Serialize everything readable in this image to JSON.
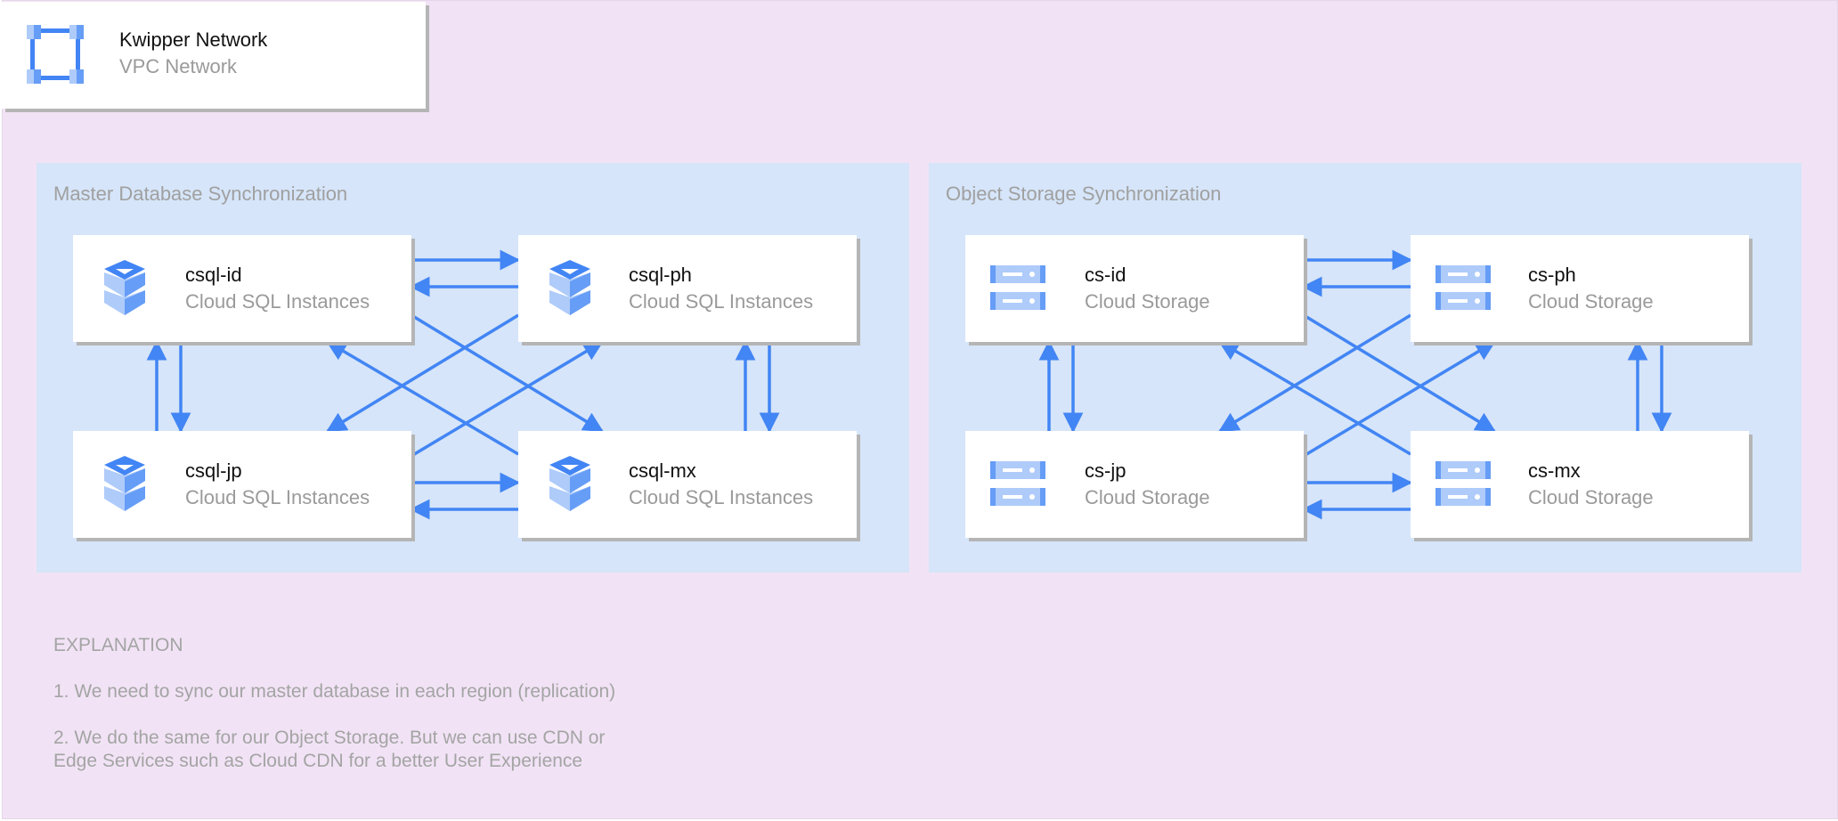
{
  "network": {
    "title": "Kwipper Network",
    "subtitle": "VPC Network",
    "icon": "vpc-network-icon"
  },
  "groups": [
    {
      "label": "Master Database Synchronization",
      "icon": "cloud-sql-icon",
      "nodes": [
        {
          "title": "csql-id",
          "subtitle": "Cloud SQL Instances"
        },
        {
          "title": "csql-ph",
          "subtitle": "Cloud SQL Instances"
        },
        {
          "title": "csql-jp",
          "subtitle": "Cloud SQL Instances"
        },
        {
          "title": "csql-mx",
          "subtitle": "Cloud SQL Instances"
        }
      ]
    },
    {
      "label": "Object Storage Synchronization",
      "icon": "cloud-storage-icon",
      "nodes": [
        {
          "title": "cs-id",
          "subtitle": "Cloud Storage"
        },
        {
          "title": "cs-ph",
          "subtitle": "Cloud Storage"
        },
        {
          "title": "cs-jp",
          "subtitle": "Cloud Storage"
        },
        {
          "title": "cs-mx",
          "subtitle": "Cloud Storage"
        }
      ]
    }
  ],
  "explanation": {
    "heading": "EXPLANATION",
    "item1": "1. We need to sync our master database in each region (replication)",
    "item2_line1": "2. We do the same for our Object Storage. But we can use CDN or",
    "item2_line2": "Edge Services such as Cloud CDN for a better User Experience"
  },
  "colors": {
    "background": "#f1e3f5",
    "group_fill": "#d6e5f9",
    "arrow": "#4285f4",
    "icon_dark": "#4285f4",
    "icon_light": "#aecbfa"
  }
}
